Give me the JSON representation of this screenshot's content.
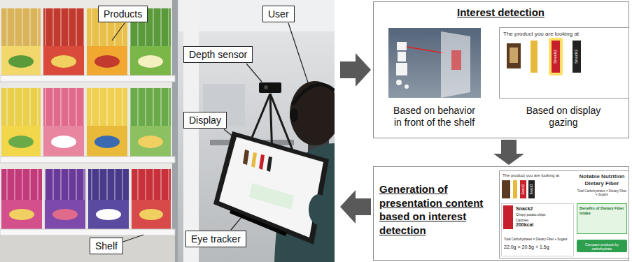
{
  "diagram": {
    "nodes": [
      {
        "text": [
          "Products"
        ]
      },
      {
        "text": [
          "User"
        ]
      },
      {
        "text": [
          "Depth sensor"
        ]
      },
      {
        "text": [
          "Display"
        ]
      },
      {
        "text": [
          "Shelf"
        ]
      },
      {
        "text": [
          "Eye tracker"
        ]
      },
      {
        "text": [
          "Interest detection"
        ]
      },
      {
        "text": [
          "The product you are looking at"
        ],
        "in": 6
      },
      {
        "text": [
          "Generation of presentation content based on interest detection"
        ]
      },
      {
        "text": [
          "The product you are looking at",
          "Notable Nutrition Dietary Fiber",
          "Total Carbohydrates = Dietary Fiber + Sugars"
        ],
        "in": 8
      },
      {
        "text": [
          "Snack2",
          "Crispy potato chips",
          "Calories",
          "200kcal",
          "Total Carbohydrates = Dietary Fiber + Sugars",
          "22.0g = 20.5g + 1.5g"
        ],
        "in": 9
      },
      {
        "text": [
          "Benefits of Dietary Fiber Intake"
        ],
        "in": 9
      },
      {
        "text": [
          "Compare products by carbohydrate"
        ],
        "in": 9
      }
    ],
    "edges": [
      {
        "from": 6,
        "to": 8,
        "arrow": "to"
      }
    ],
    "labels": [
      "Based on behavior in front of the shelf",
      "Based on display gazing",
      "Snack2",
      "Snack3",
      "Snack2",
      "Snack3"
    ]
  }
}
